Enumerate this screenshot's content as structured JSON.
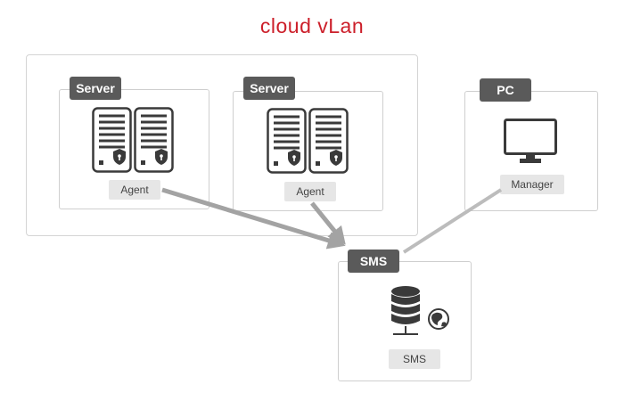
{
  "diagram": {
    "title": "cloud vLan",
    "server_1": {
      "tag": "Server",
      "chip": "Agent",
      "icon": "server-rack-icon"
    },
    "server_2": {
      "tag": "Server",
      "chip": "Agent",
      "icon": "server-rack-icon"
    },
    "pc": {
      "tag": "PC",
      "chip": "Manager",
      "icon": "monitor-icon"
    },
    "sms": {
      "tag": "SMS",
      "chip": "SMS",
      "icon": "database-globe-icon"
    },
    "connections": [
      {
        "from": "server_1",
        "to": "sms",
        "arrow": true
      },
      {
        "from": "server_2",
        "to": "sms",
        "arrow": true
      },
      {
        "from": "pc",
        "to": "sms",
        "arrow": false
      }
    ],
    "colors": {
      "title": "#cc1f2a",
      "tag_bg": "#5a5a5a",
      "chip_bg": "#e6e6e6",
      "icon": "#3a3a3a",
      "line": "#a3a3a3"
    }
  }
}
